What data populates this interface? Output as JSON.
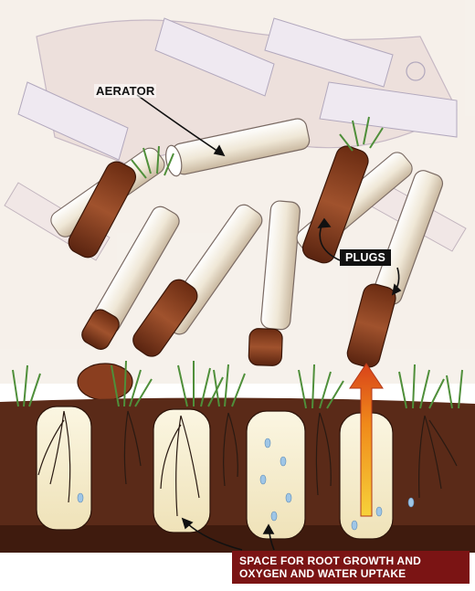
{
  "labels": {
    "aerator": "AERATOR",
    "plugs": "PLUGS",
    "space_line1": "SPACE FOR ROOT GROWTH AND",
    "space_line2": "OXYGEN AND WATER UPTAKE"
  },
  "colors": {
    "soil": "#5a2a18",
    "soil_dark": "#3f1b0e",
    "plug": "#8a3e1f",
    "tine": "#f2ecdc",
    "grass": "#4f8f3a",
    "hole": "#f6efd2",
    "water": "#9fc6e6",
    "arrow": "#f08a1a",
    "space_label_bg": "#7b1414"
  }
}
